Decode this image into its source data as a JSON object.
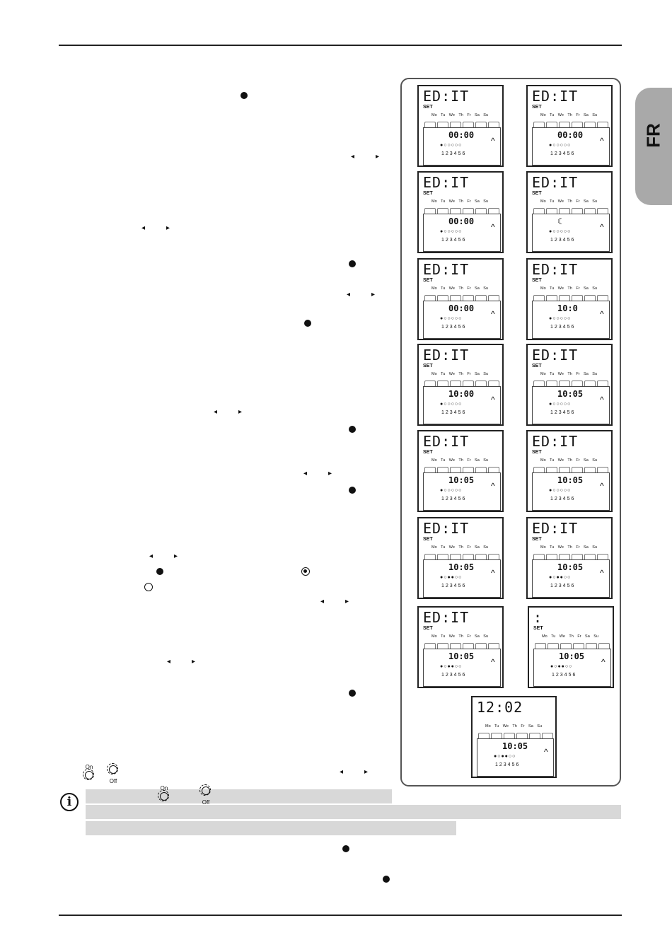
{
  "side_tab": {
    "label": "FR"
  },
  "icons": {
    "select_button": "filled-dot-icon",
    "left_arrow": "left-arrow-icon",
    "right_arrow": "right-arrow-icon",
    "checked_program": "ring-dot-icon",
    "unchecked_program": "empty-circle-icon",
    "sun_on": "sun-on-icon",
    "sun_off": "sun-off-icon",
    "info": "info-icon"
  },
  "arrow_glyphs": {
    "left": "◂",
    "right": "▸"
  },
  "sun_labels": {
    "on": "On",
    "off": "Off"
  },
  "screens": [
    {
      "top": "ED:IT",
      "set": "SET",
      "days": "Mo Tu We Th Fr Sa Su",
      "time": "00:00",
      "programs": "●○○○○○",
      "nums": "123456"
    },
    {
      "top": "ED:IT",
      "set": "SET",
      "days": "Mo Tu We Th Fr Sa Su",
      "time": "00:00",
      "programs": "●○○○○○",
      "nums": "123456"
    },
    {
      "top": "ED:IT",
      "set": "SET",
      "days": "Mo Tu We Th Fr Sa Su",
      "time": "00:00",
      "programs": "●○○○○○",
      "nums": "123456"
    },
    {
      "top": "ED:IT",
      "set": "SET",
      "days": "Mo Tu We Th Fr Sa Su",
      "time": "☾",
      "programs": "●○○○○○",
      "nums": "123456"
    },
    {
      "top": "ED:IT",
      "set": "SET",
      "days": "Mo Tu We Th Fr Sa Su",
      "time": "00:00",
      "programs": "●○○○○○",
      "nums": "123456"
    },
    {
      "top": "ED:IT",
      "set": "SET",
      "days": "Mo Tu We Th Fr Sa Su",
      "time": "10:0",
      "programs": "●○○○○○",
      "nums": "123456"
    },
    {
      "top": "ED:IT",
      "set": "SET",
      "days": "Mo Tu We Th Fr Sa Su",
      "time": "10:00",
      "programs": "●○○○○○",
      "nums": "123456"
    },
    {
      "top": "ED:IT",
      "set": "SET",
      "days": "Mo Tu We Th Fr Sa Su",
      "time": "10:05",
      "programs": "●○○○○○",
      "nums": "123456"
    },
    {
      "top": "ED:IT",
      "set": "SET",
      "days": "Mo Tu We Th Fr Sa Su",
      "time": "10:05",
      "programs": "●○○○○○",
      "nums": "123456"
    },
    {
      "top": "ED:IT",
      "set": "SET",
      "days": "Mo Tu We Th Fr Sa Su",
      "time": "10:05",
      "programs": "●○○○○○",
      "nums": "123456"
    },
    {
      "top": "ED:IT",
      "set": "SET",
      "days": "Mo Tu We Th Fr Sa Su",
      "time": "10:05",
      "programs": "●○●●○○",
      "nums": "123456"
    },
    {
      "top": "ED:IT",
      "set": "SET",
      "days": "Mo Tu We Th Fr Sa Su",
      "time": "10:05",
      "programs": "●○●●○○",
      "nums": "123456"
    },
    {
      "top": "ED:IT",
      "set": "SET",
      "days": "Mo Tu We Th Fr Sa Su",
      "time": "10:05",
      "programs": "●○●●○○",
      "nums": "123456"
    },
    {
      "top": ":",
      "set": "SET",
      "days": "Mo Tu We Th Fr Sa Su",
      "time": "10:05",
      "programs": "●○●●○○",
      "nums": "123456"
    },
    {
      "top": "12:02",
      "set": "",
      "days": "Mo Tu We Th Fr Sa Su",
      "time": "10:05",
      "programs": "●○●●○○",
      "nums": "123456"
    }
  ]
}
